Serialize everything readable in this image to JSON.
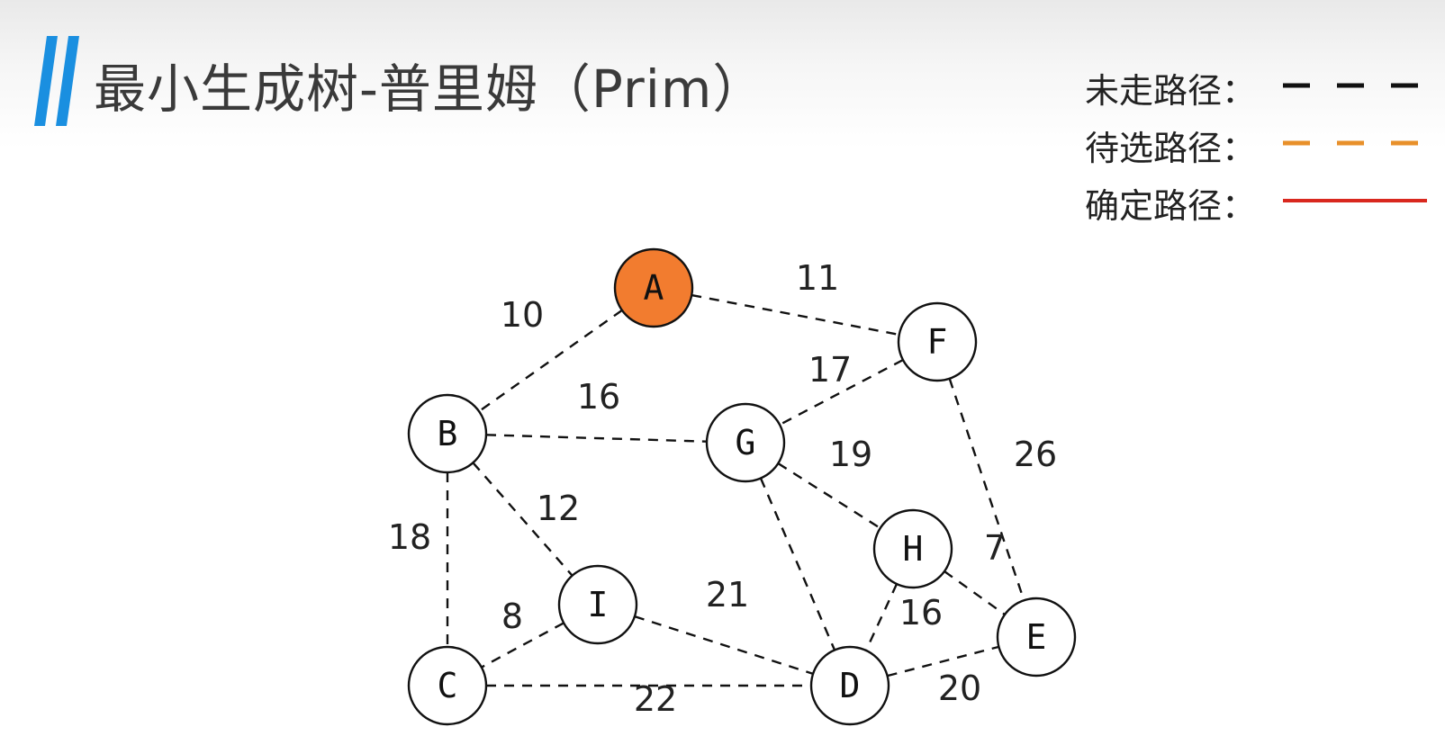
{
  "header": {
    "title": "最小生成树-普里姆（Prim）"
  },
  "legend": [
    {
      "label": "未走路径：",
      "color": "#111111",
      "style": "dashed"
    },
    {
      "label": "待选路径：",
      "color": "#e8902a",
      "style": "dashed"
    },
    {
      "label": "确定路径：",
      "color": "#d9281e",
      "style": "solid"
    }
  ],
  "colors": {
    "accent": "#1a8fe0",
    "visited_node": "#f27c2f",
    "edge": "#111111"
  },
  "graph": {
    "nodes": [
      {
        "id": "A",
        "label": "A",
        "visited": true
      },
      {
        "id": "B",
        "label": "B",
        "visited": false
      },
      {
        "id": "C",
        "label": "C",
        "visited": false
      },
      {
        "id": "D",
        "label": "D",
        "visited": false
      },
      {
        "id": "E",
        "label": "E",
        "visited": false
      },
      {
        "id": "F",
        "label": "F",
        "visited": false
      },
      {
        "id": "G",
        "label": "G",
        "visited": false
      },
      {
        "id": "H",
        "label": "H",
        "visited": false
      },
      {
        "id": "I",
        "label": "I",
        "visited": false
      }
    ],
    "edges": [
      {
        "from": "A",
        "to": "B",
        "weight": "10",
        "state": "unvisited"
      },
      {
        "from": "A",
        "to": "F",
        "weight": "11",
        "state": "unvisited"
      },
      {
        "from": "B",
        "to": "G",
        "weight": "16",
        "state": "unvisited"
      },
      {
        "from": "F",
        "to": "G",
        "weight": "17",
        "state": "unvisited"
      },
      {
        "from": "F",
        "to": "E",
        "weight": "26",
        "state": "unvisited"
      },
      {
        "from": "B",
        "to": "I",
        "weight": "12",
        "state": "unvisited"
      },
      {
        "from": "B",
        "to": "C",
        "weight": "18",
        "state": "unvisited"
      },
      {
        "from": "G",
        "to": "H",
        "weight": "19",
        "state": "unvisited"
      },
      {
        "from": "G",
        "to": "D",
        "weight": "",
        "state": "unvisited"
      },
      {
        "from": "H",
        "to": "E",
        "weight": "7",
        "state": "unvisited"
      },
      {
        "from": "H",
        "to": "D",
        "weight": "16",
        "state": "unvisited"
      },
      {
        "from": "I",
        "to": "C",
        "weight": "8",
        "state": "unvisited"
      },
      {
        "from": "I",
        "to": "D",
        "weight": "21",
        "state": "unvisited"
      },
      {
        "from": "C",
        "to": "D",
        "weight": "22",
        "state": "unvisited"
      },
      {
        "from": "D",
        "to": "E",
        "weight": "20",
        "state": "unvisited"
      }
    ]
  }
}
